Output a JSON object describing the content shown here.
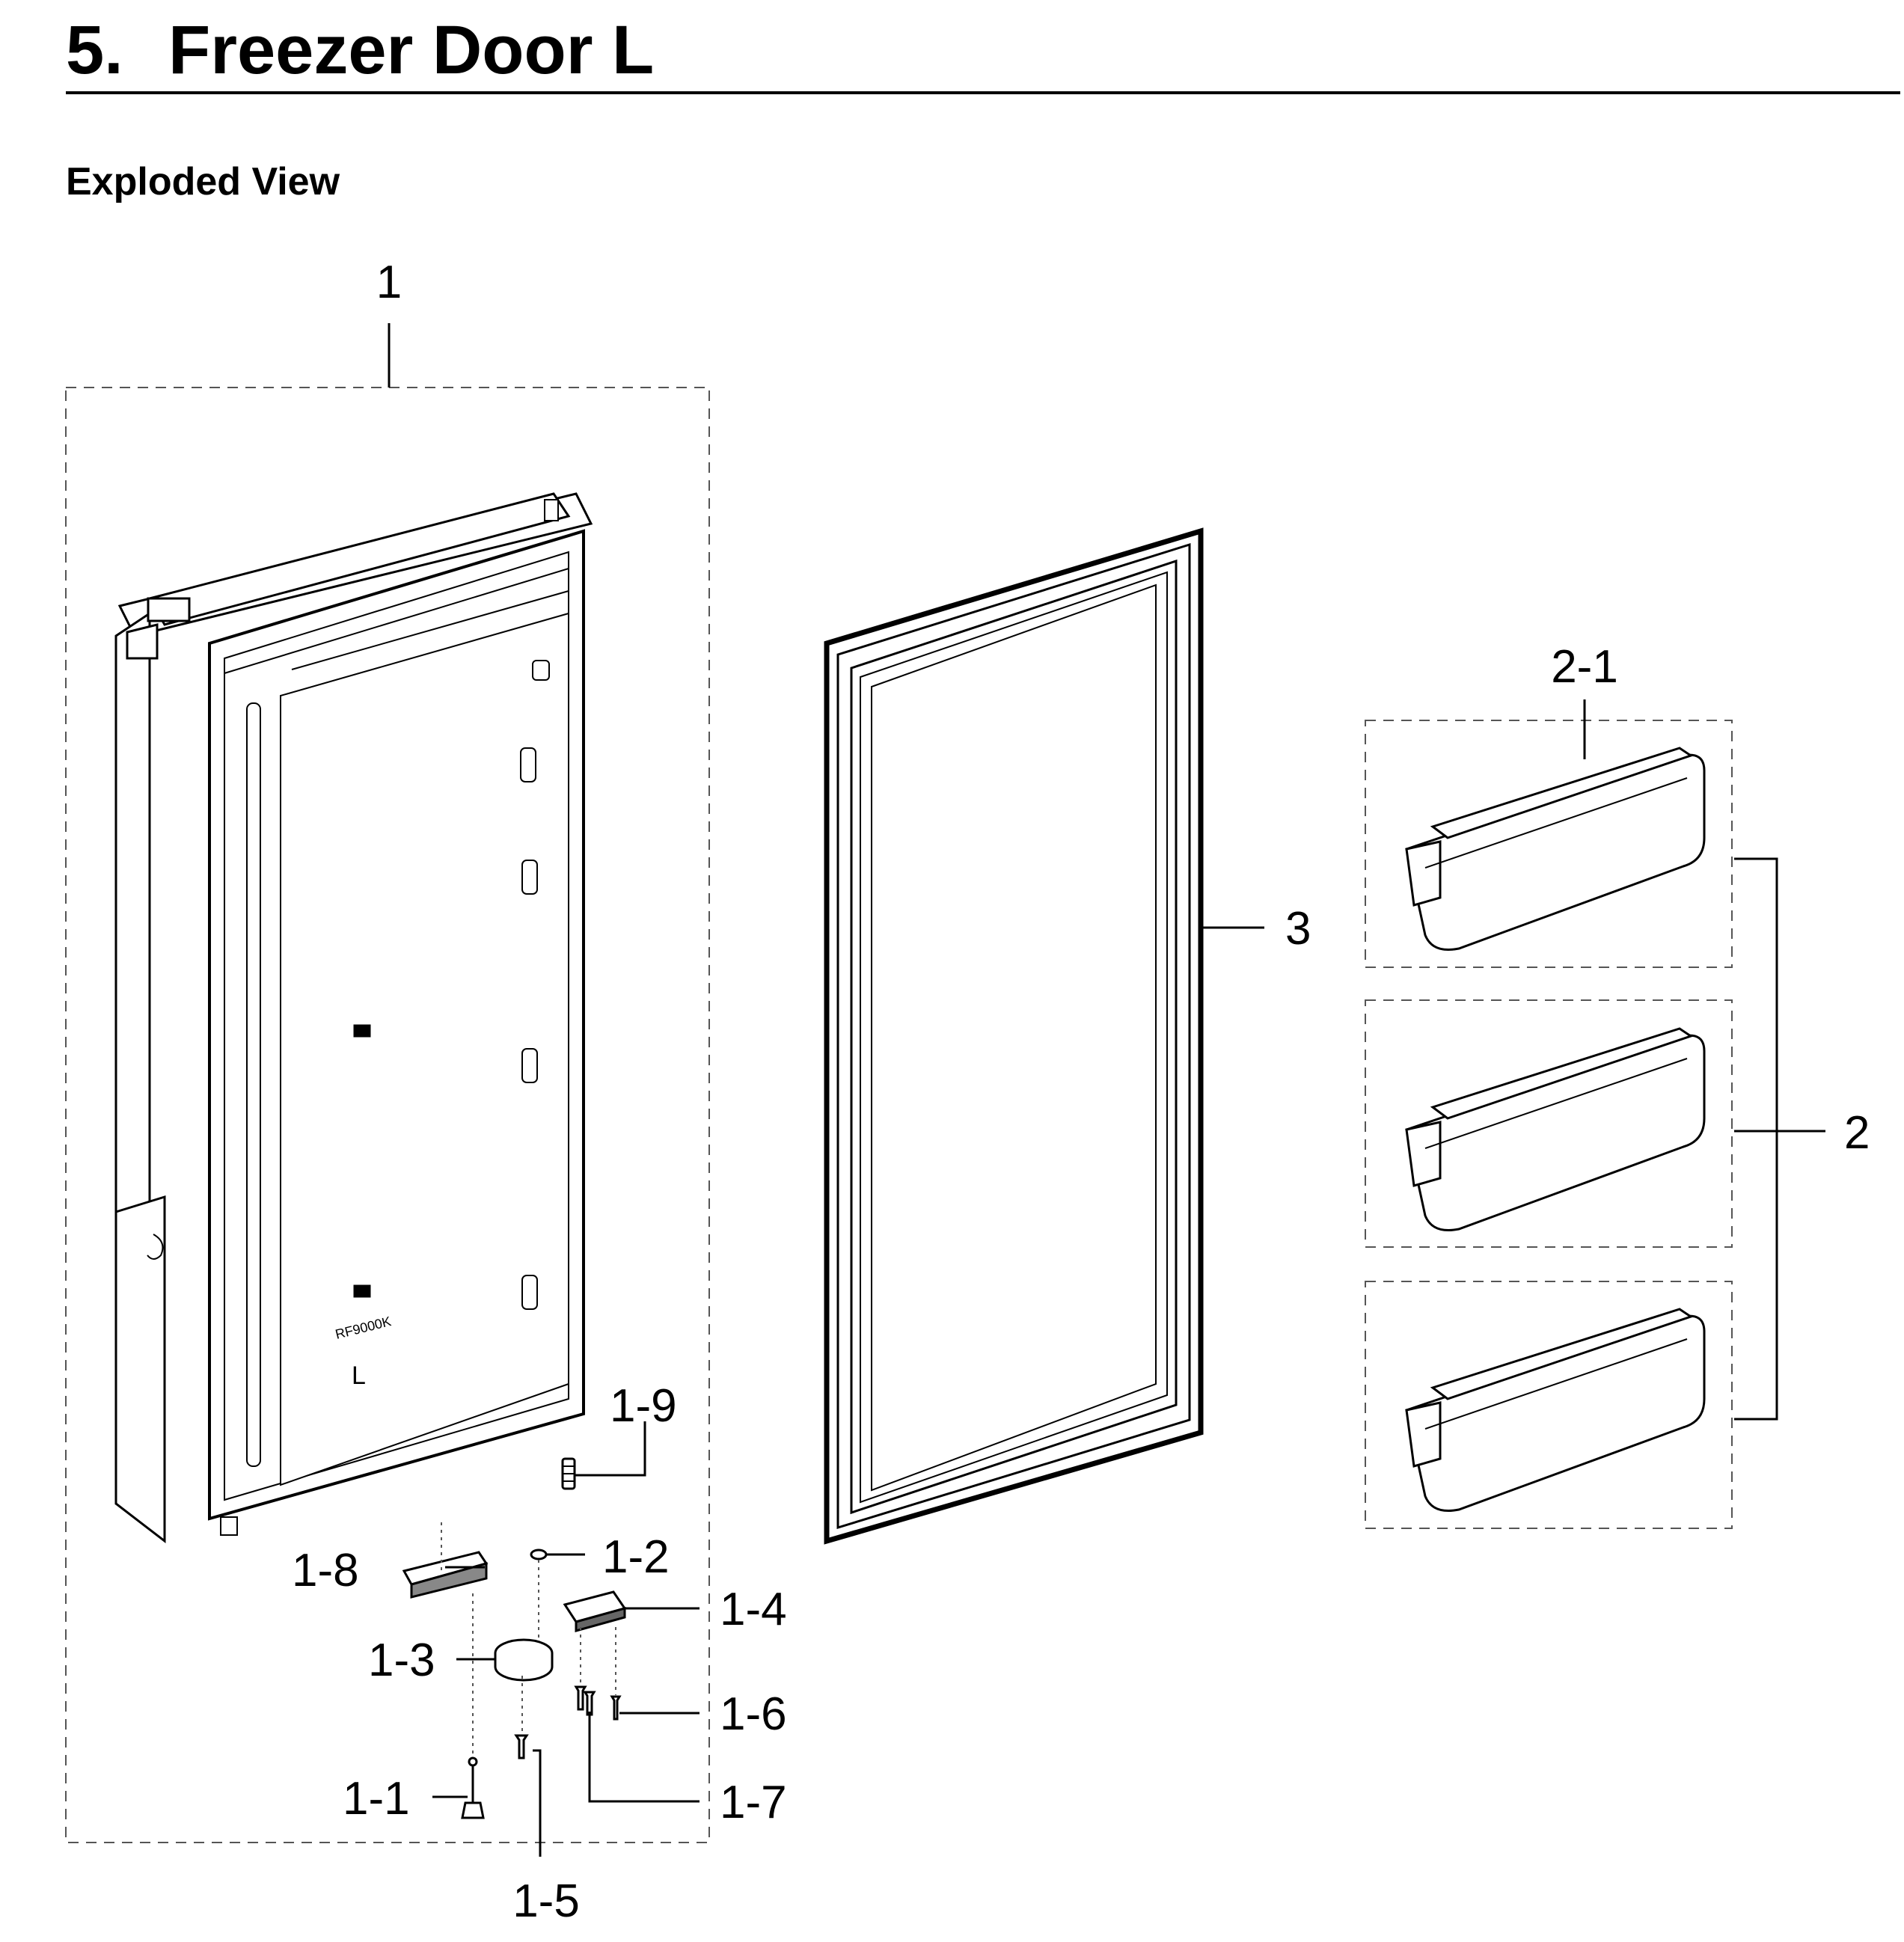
{
  "page": {
    "section_number": "5.",
    "section_title": "Freezer Door L",
    "subtitle": "Exploded View"
  },
  "door": {
    "model_stamp": "RF9000K",
    "side_stamp": "L"
  },
  "callouts": {
    "door_assembly": "1",
    "part_1_1": "1-1",
    "part_1_2": "1-2",
    "part_1_3": "1-3",
    "part_1_4": "1-4",
    "part_1_5": "1-5",
    "part_1_6": "1-6",
    "part_1_7": "1-7",
    "part_1_8": "1-8",
    "part_1_9": "1-9",
    "guard_assembly": "2",
    "guard": "2-1",
    "gasket": "3"
  },
  "colors": {
    "ink": "#000000",
    "dash": "#555555",
    "paper": "#ffffff"
  }
}
